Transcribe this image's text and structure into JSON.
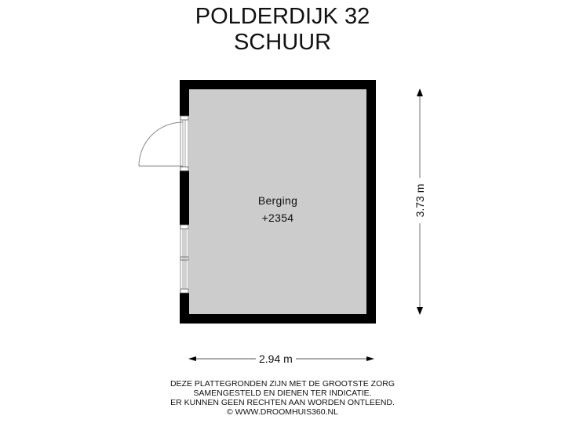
{
  "header": {
    "address": "POLDERDIJK 32",
    "building": "SCHUUR"
  },
  "rooms": [
    {
      "name": "Berging",
      "level": "+2354"
    }
  ],
  "dimensions": {
    "width": "2.94 m",
    "height": "3.73 m"
  },
  "disclaimer": {
    "lines": [
      "DEZE PLATTEGRONDEN ZIJN MET DE GROOTSTE ZORG",
      "SAMENGESTELD EN DIENEN TER INDICATIE.",
      "ER KUNNEN GEEN RECHTEN AAN WORDEN ONTLEEND.",
      "© WWW.DROOMHUIS360.NL"
    ]
  },
  "colors": {
    "wall": "#000000",
    "floor": "#cccccc",
    "dimension_line": "#888888"
  }
}
